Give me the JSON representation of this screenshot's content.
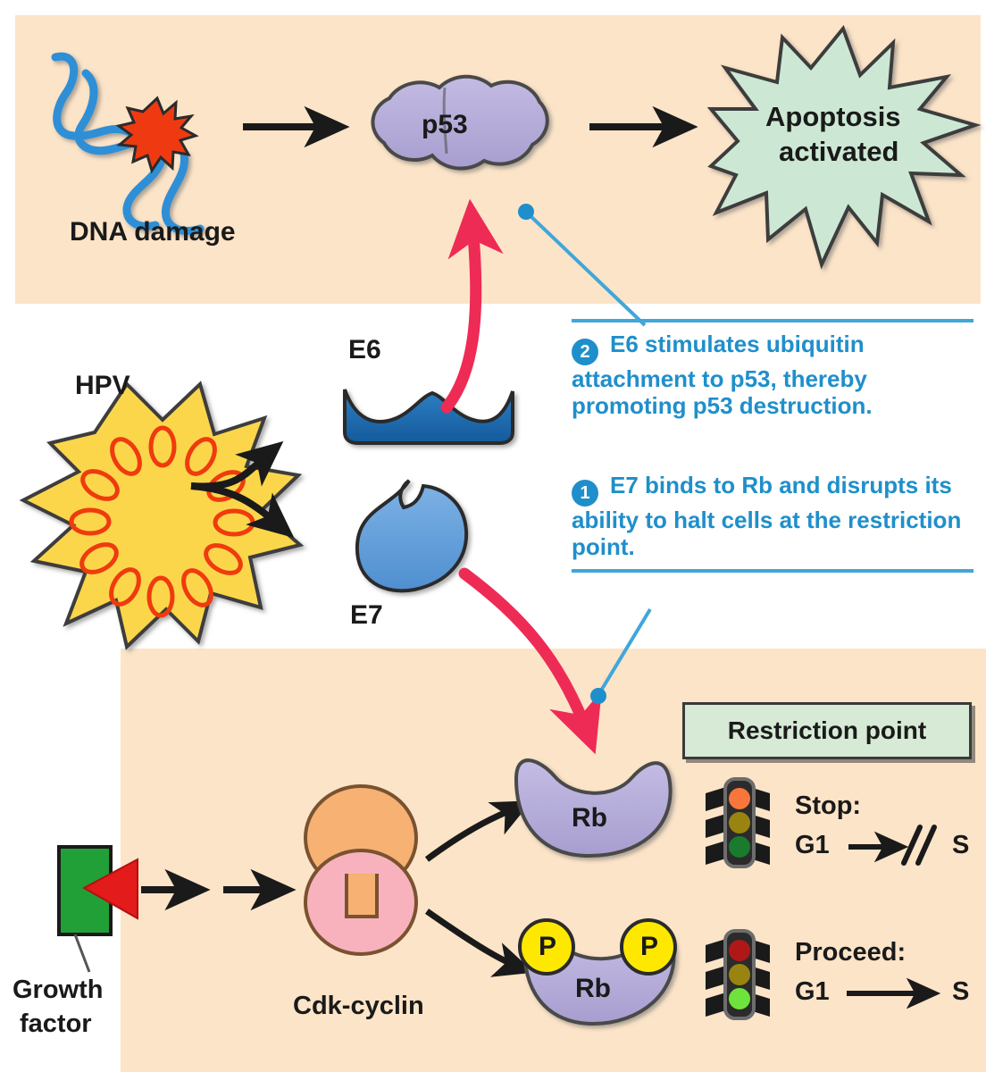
{
  "figure": {
    "title": "HPV E6 and E7 disruption of p53 and Rb cell cycle control",
    "palette": {
      "panel_bg": "#fce4c8",
      "callout_blue": "#1f8fcb",
      "rule_blue": "#41a6da",
      "red_arrow": "#ee2b55",
      "p53_purple": "#b3aad9",
      "apoptosis_green": "#cce8d4",
      "e6_blue": "#1f6fb5",
      "e7_blue": "#63a0dd",
      "hpv_yellow": "#fbd64b",
      "hpv_dna_red": "#ef3a11",
      "growth_factor_green": "#2aa councils"
    }
  },
  "top_panel": {
    "dna_damage_label": "DNA damage",
    "p53_label": "p53",
    "apoptosis_line1": "Apoptosis",
    "apoptosis_line2": "activated"
  },
  "middle": {
    "hpv_label": "HPV",
    "e6_label": "E6",
    "e7_label": "E7",
    "callouts": [
      {
        "number": "2",
        "text": "E6 stimulates ubiquitin attachment to p53, thereby promoting p53 destruction."
      },
      {
        "number": "1",
        "text": "E7 binds to Rb and disrupts its ability to halt cells at the restriction point."
      }
    ]
  },
  "bottom_panel": {
    "growth_factor_line1": "Growth",
    "growth_factor_line2": "factor",
    "cdk_cyclin_label": "Cdk-cyclin",
    "restriction_point_label": "Restriction point",
    "rb_label": "Rb",
    "rb_phos_label": "Rb",
    "phosphate_label_left": "P",
    "phosphate_label_right": "P",
    "outcomes": [
      {
        "state_label": "Stop:",
        "from": "G1",
        "to": "S",
        "blocked": "yes",
        "light": "red"
      },
      {
        "state_label": "Proceed:",
        "from": "G1",
        "to": "S",
        "blocked": "no",
        "light": "green"
      }
    ]
  }
}
